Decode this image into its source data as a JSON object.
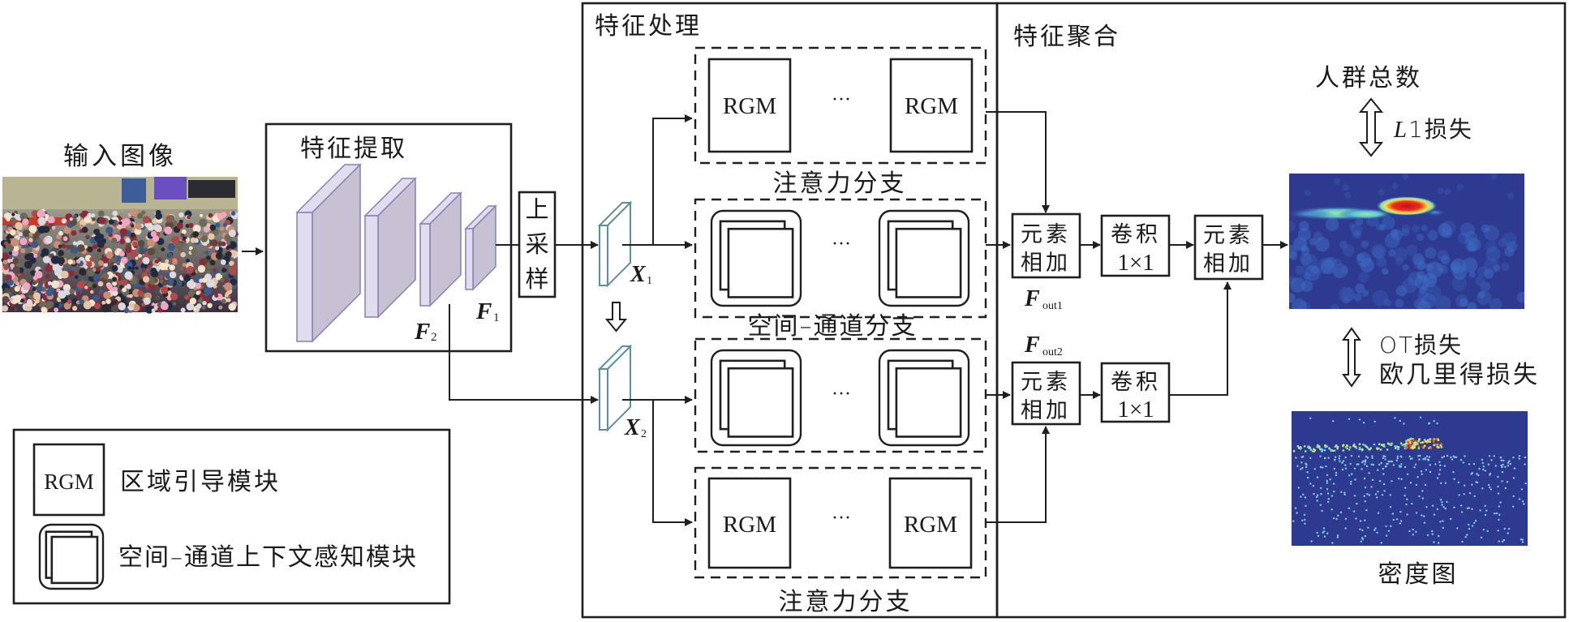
{
  "input": {
    "label": "输入图像",
    "image": "crowd-photo"
  },
  "extraction": {
    "title": "特征提取",
    "f1": "F",
    "f1_sub": "1",
    "f2": "F",
    "f2_sub": "2",
    "slab_color_front": "#e2ddee",
    "slab_color_side": "#c7c1d3",
    "slab_stroke": "#8a7fb3"
  },
  "upsample": {
    "label_chars": [
      "上",
      "采",
      "样"
    ]
  },
  "processing": {
    "title": "特征处理",
    "x1": "X",
    "x1_sub": "1",
    "x2": "X",
    "x2_sub": "2",
    "x_slab_stroke": "#5b8f9a",
    "branches": [
      {
        "kind": "attention",
        "label": "注意力分支",
        "modules": [
          "RGM",
          "RGM"
        ],
        "ellipsis": "···"
      },
      {
        "kind": "spatial-channel",
        "label": "空间–通道分支",
        "ellipsis": "···"
      },
      {
        "kind": "spatial-channel",
        "ellipsis": "···"
      },
      {
        "kind": "attention",
        "label": "注意力分支",
        "modules": [
          "RGM",
          "RGM"
        ],
        "ellipsis": "···"
      }
    ]
  },
  "aggregation": {
    "title": "特征聚合",
    "add_top": [
      "元素",
      "相加"
    ],
    "conv_top": [
      "卷积",
      "1×1"
    ],
    "add_right": [
      "元素",
      "相加"
    ],
    "add_bottom": [
      "元素",
      "相加"
    ],
    "conv_bottom": [
      "卷积",
      "1×1"
    ],
    "fout1": "F",
    "fout1_sub": "out1",
    "fout2": "F",
    "fout2_sub": "out2"
  },
  "outputs": {
    "crowd_count": "人群总数",
    "l1_loss_italic": "L",
    "l1_loss_rest": "1损失",
    "ot_loss": "OT损失",
    "euclid_loss": "欧几里得损失",
    "density_label": "密度图",
    "heatmap_bg": "#2e3a8f",
    "density_bg": "#2e3a8f"
  },
  "legend": {
    "rgm_icon_text": "RGM",
    "rgm_desc": "区域引导模块",
    "csca_desc": "空间–通道上下文感知模块"
  }
}
